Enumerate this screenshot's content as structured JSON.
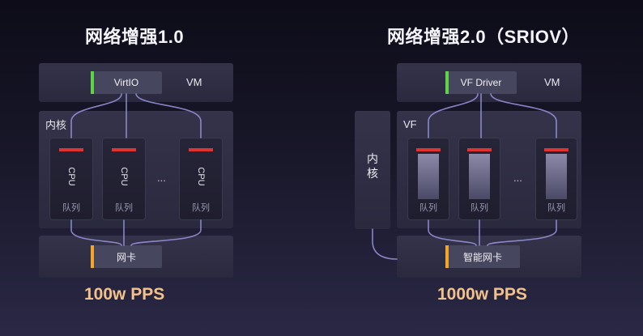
{
  "left": {
    "title": "网络增强1.0",
    "vm_label": "VM",
    "vm_chip": "VirtIO",
    "kernel_label": "内核",
    "queues": [
      {
        "cpu": "CPU",
        "queue": "队列"
      },
      {
        "cpu": "CPU",
        "queue": "队列"
      },
      {
        "cpu": "CPU",
        "queue": "队列"
      }
    ],
    "ellipsis": "...",
    "nic_chip": "网卡",
    "pps": "100w PPS"
  },
  "right": {
    "title": "网络增强2.0（SRIOV）",
    "vm_label": "VM",
    "vm_chip": "VF Driver",
    "kernel_side": "内\n核",
    "vf_label": "VF",
    "queues": [
      {
        "queue": "队列"
      },
      {
        "queue": "队列"
      },
      {
        "queue": "队列"
      }
    ],
    "ellipsis": "...",
    "nic_chip": "智能网卡",
    "pps": "1000w PPS"
  },
  "colors": {
    "green_accent": "#5fd448",
    "orange_accent": "#f4a52a",
    "red_bar": "#e0322f",
    "pps_text": "#f3c28a",
    "line": "#9b96e0"
  }
}
